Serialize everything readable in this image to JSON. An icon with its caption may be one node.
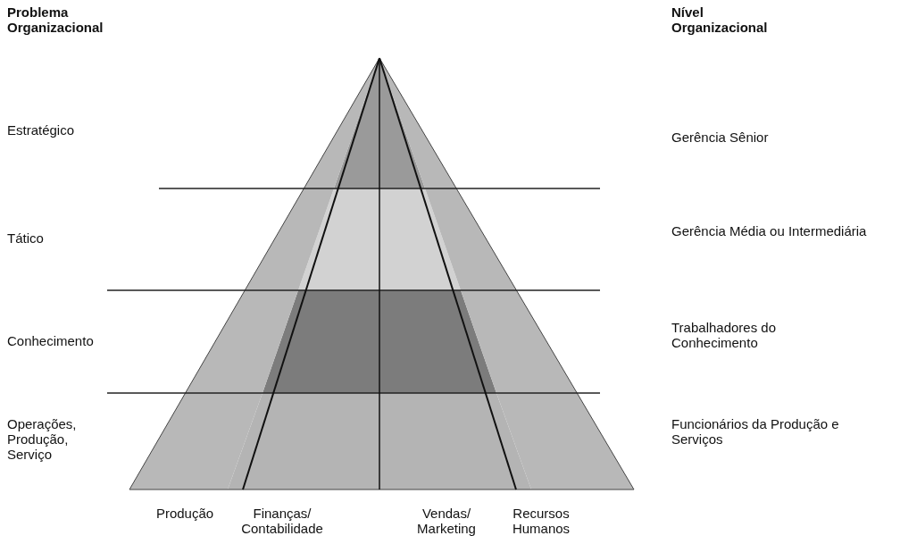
{
  "diagram": {
    "labels": [
      "Problema Organizacional",
      "Nível Organizacional",
      "Estratégico",
      "Gerência Sênior",
      "Tático",
      "Gerência Média ou Intermediária",
      "Conhecimento",
      "Trabalhadores do Conhecimento",
      "Operações, Produção, Serviço",
      "Funcionários da Produção e Serviços",
      "Produção",
      "Finanças/ Contabilidade",
      "Vendas/ Marketing",
      "Recursos Humanos"
    ]
  }
}
